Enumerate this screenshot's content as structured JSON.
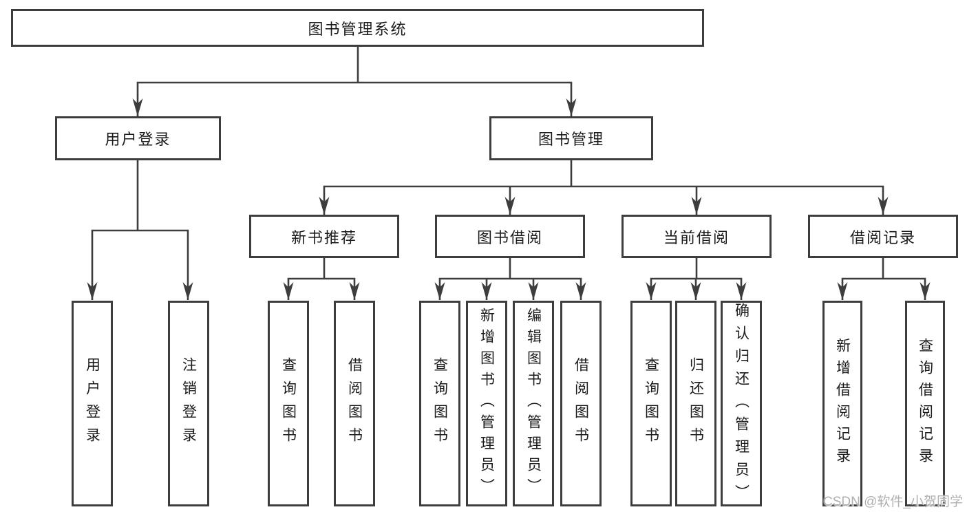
{
  "diagram": {
    "root": {
      "label": "图书管理系统"
    },
    "level2": [
      {
        "label": "用户登录",
        "children": [
          {
            "label": "用户登录"
          },
          {
            "label": "注销登录"
          }
        ]
      },
      {
        "label": "图书管理",
        "children": [
          {
            "label": "新书推荐",
            "children": [
              {
                "label": "查询图书"
              },
              {
                "label": "借阅图书"
              }
            ]
          },
          {
            "label": "图书借阅",
            "children": [
              {
                "label": "查询图书"
              },
              {
                "label": "新增图书（管理员）"
              },
              {
                "label": "编辑图书（管理员）"
              },
              {
                "label": "借阅图书"
              }
            ]
          },
          {
            "label": "当前借阅",
            "children": [
              {
                "label": "查询图书"
              },
              {
                "label": "归还图书"
              },
              {
                "label": "确认归还（管理员）"
              }
            ]
          },
          {
            "label": "借阅记录",
            "children": [
              {
                "label": "新增借阅记录"
              },
              {
                "label": "查询借阅记录"
              }
            ]
          }
        ]
      }
    ]
  },
  "watermark": {
    "text": "CSDN @软件_小贺同学"
  },
  "colors": {
    "line": "#3d3d3d",
    "text": "#1b1b1b",
    "background": "#ffffff",
    "watermark": "#b0b0b0"
  }
}
